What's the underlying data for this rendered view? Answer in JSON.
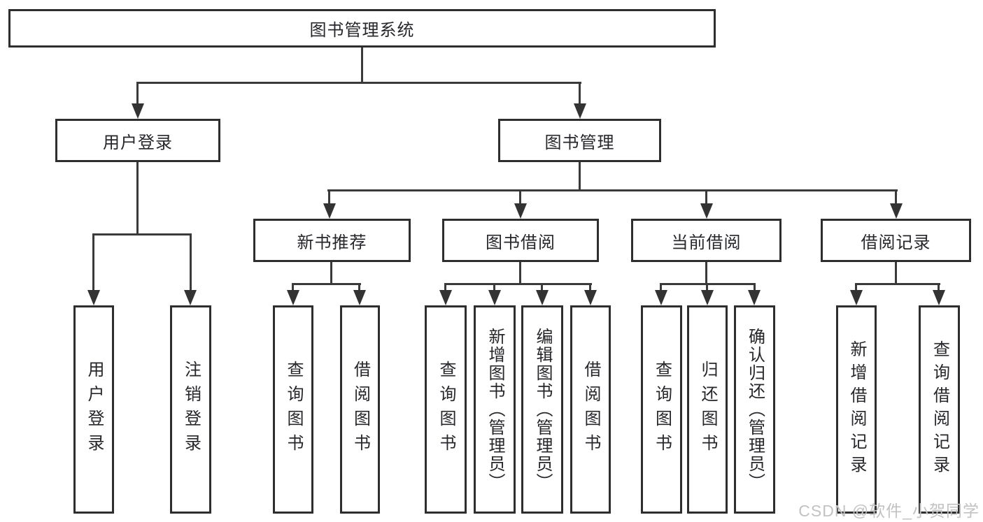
{
  "tree": {
    "root": "图书管理系统",
    "level2": [
      "用户登录",
      "图书管理"
    ],
    "level3": [
      "新书推荐",
      "图书借阅",
      "当前借阅",
      "借阅记录"
    ],
    "leaves": {
      "user_login": [
        "用户登录",
        "注销登录"
      ],
      "new_books": [
        "查询图书",
        "借阅图书"
      ],
      "book_borrow": [
        "查询图书",
        "新增图书（管理员）",
        "编辑图书（管理员）",
        "借阅图书"
      ],
      "current_borrow": [
        "查询图书",
        "归还图书",
        "确认归还（管理员）"
      ],
      "borrow_records": [
        "新增借阅记录",
        "查询借阅记录"
      ]
    }
  },
  "watermark": {
    "text": "CSDN @软件_小贺同学"
  },
  "colors": {
    "line": "#3a3a3a",
    "box_border": "#2e2e2e",
    "box_fill": "#ffffff",
    "text": "#26262b",
    "watermark": "#c2c2c2"
  }
}
